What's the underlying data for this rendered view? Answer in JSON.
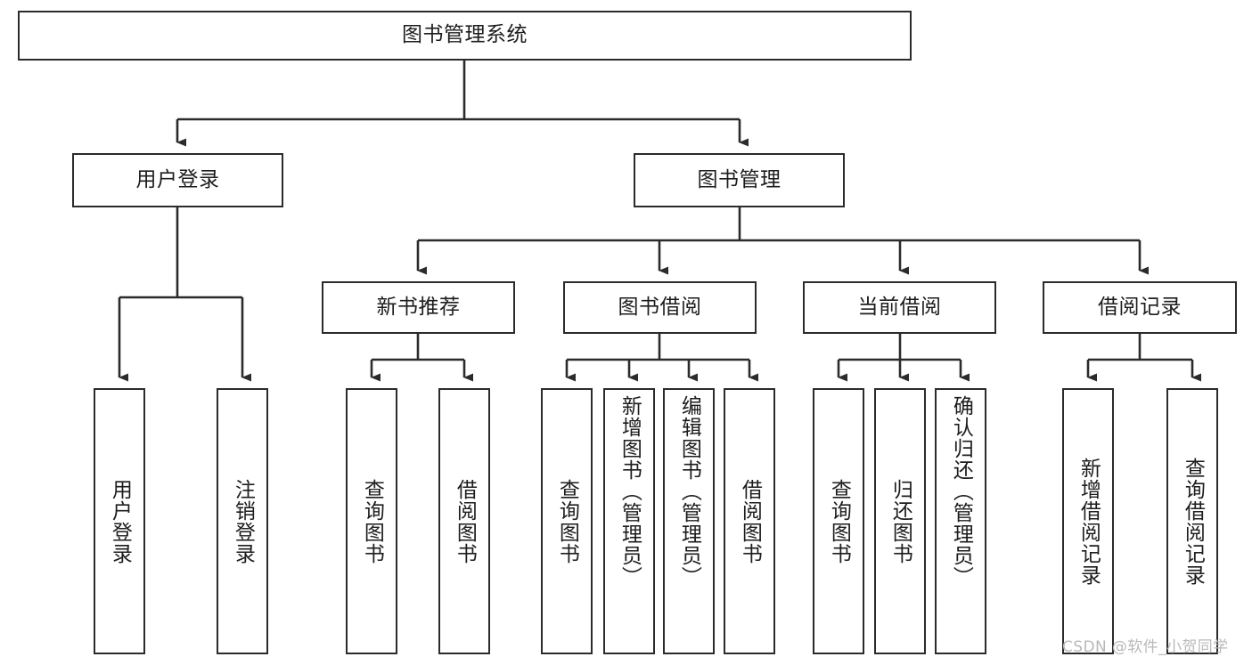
{
  "diagram": {
    "type": "tree-hierarchy-chart",
    "title": "图书管理系统",
    "line_color": "#2b2b2b",
    "box_fill": "#ffffff",
    "text_color": "#1d1d1d",
    "watermark": "CSDN @软件_小贺同学",
    "levels": {
      "root": {
        "label": "图书管理系统"
      },
      "level2": [
        {
          "id": "user-login",
          "label": "用户登录"
        },
        {
          "id": "book-manage",
          "label": "图书管理"
        }
      ],
      "level3": [
        {
          "id": "new-book-recommend",
          "label": "新书推荐",
          "parent": "book-manage"
        },
        {
          "id": "book-borrow",
          "label": "图书借阅",
          "parent": "book-manage"
        },
        {
          "id": "current-borrow",
          "label": "当前借阅",
          "parent": "book-manage"
        },
        {
          "id": "borrow-record",
          "label": "借阅记录",
          "parent": "book-manage"
        }
      ],
      "leaves": [
        {
          "id": "leaf-user-login",
          "label": "用户登录",
          "parent": "user-login"
        },
        {
          "id": "leaf-logout-login",
          "label": "注销登录",
          "parent": "user-login"
        },
        {
          "id": "leaf-query-book-1",
          "label": "查询图书",
          "parent": "new-book-recommend"
        },
        {
          "id": "leaf-borrow-book-1",
          "label": "借阅图书",
          "parent": "new-book-recommend"
        },
        {
          "id": "leaf-query-book-2",
          "label": "查询图书",
          "parent": "book-borrow"
        },
        {
          "id": "leaf-add-book",
          "label": "新增图书（管理员）",
          "parent": "book-borrow"
        },
        {
          "id": "leaf-edit-book",
          "label": "编辑图书（管理员）",
          "parent": "book-borrow"
        },
        {
          "id": "leaf-borrow-book-2",
          "label": "借阅图书",
          "parent": "book-borrow"
        },
        {
          "id": "leaf-query-book-3",
          "label": "查询图书",
          "parent": "current-borrow"
        },
        {
          "id": "leaf-return-book",
          "label": "归还图书",
          "parent": "current-borrow"
        },
        {
          "id": "leaf-confirm-return",
          "label": "确认归还（管理员）",
          "parent": "current-borrow"
        },
        {
          "id": "leaf-add-borrow-record",
          "label": "新增借阅记录",
          "parent": "borrow-record"
        },
        {
          "id": "leaf-query-borrow-record",
          "label": "查询借阅记录",
          "parent": "borrow-record"
        }
      ]
    }
  }
}
